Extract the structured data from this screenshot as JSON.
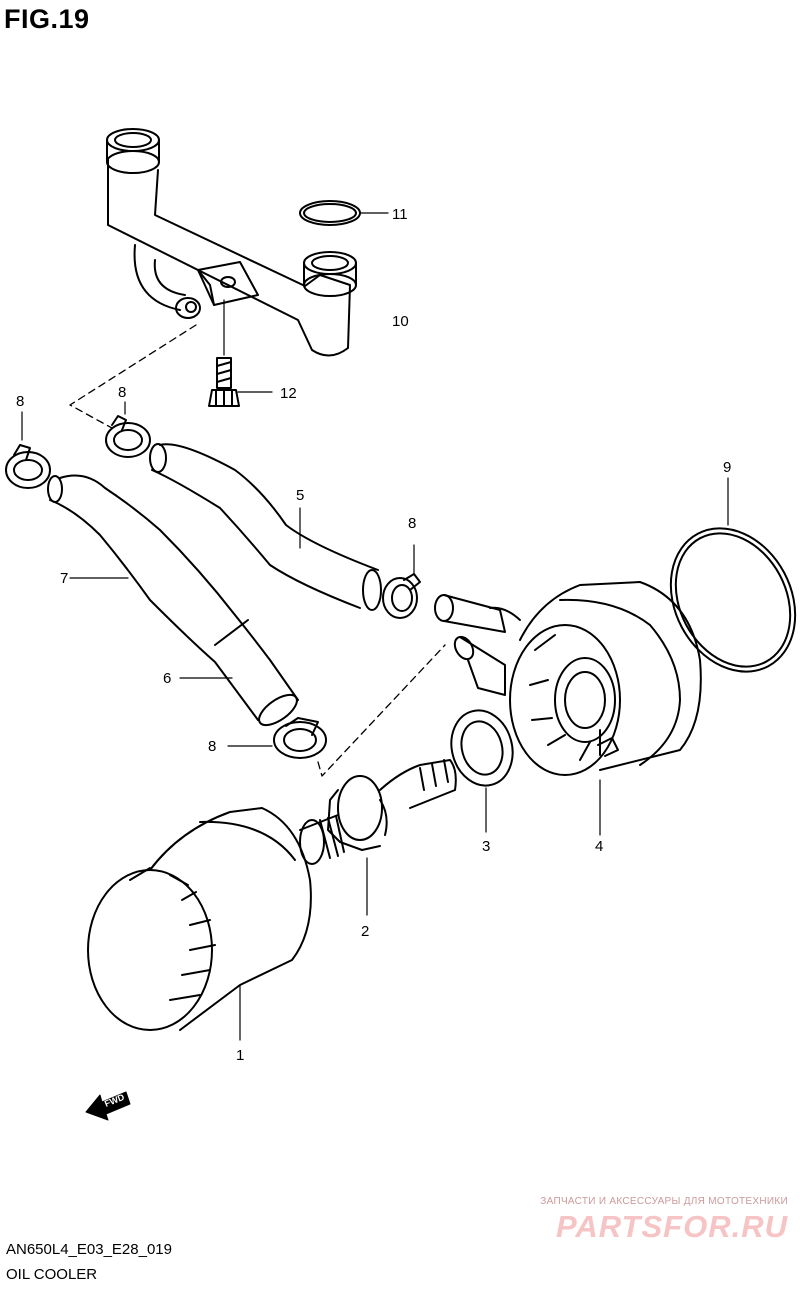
{
  "title": "FIG.19",
  "drawing_code": "AN650L4_E03_E28_019",
  "drawing_name": "OIL COOLER",
  "fwd_label": "FWD",
  "callouts": [
    "1",
    "2",
    "3",
    "4",
    "5",
    "6",
    "7",
    "8",
    "8",
    "8",
    "8",
    "9",
    "10",
    "11",
    "12"
  ],
  "watermark": {
    "tagline": "ЗАПЧАСТИ И АКСЕССУАРЫ ДЛЯ МОТОТЕХНИКИ",
    "logo": "PARTSFOR.RU"
  }
}
